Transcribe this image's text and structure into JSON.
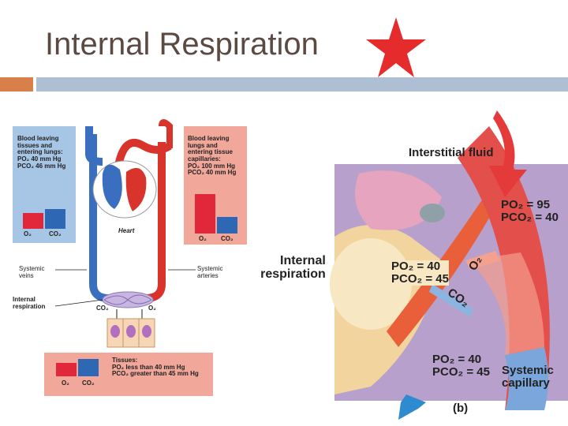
{
  "slide": {
    "title": "Internal Respiration",
    "accent_color": "#e52b2b",
    "icon": "star-icon"
  },
  "left_diagram": {
    "box_left": [
      "Blood leaving",
      "tissues and",
      "entering lungs:",
      "PO₂  40 mm Hg",
      "PCO₂  46 mm Hg"
    ],
    "box_right": [
      "Blood leaving",
      "lungs and",
      "entering tissue",
      "capillaries:",
      "PO₂ 100 mm Hg",
      "PCO₂ 40 mm Hg"
    ],
    "box_bottom": [
      "Tissues:",
      "PO₂ less than 40 mm Hg",
      "PCO₂ greater than 45 mm Hg"
    ],
    "bar_o2": "O₂",
    "bar_co2": "CO₂",
    "heart_label": "Heart",
    "veins_label": [
      "Systemic",
      "veins"
    ],
    "arteries_label": [
      "Systemic",
      "arteries"
    ],
    "internal_label": [
      "Internal",
      "respiration"
    ],
    "co2_label": "CO₂",
    "o2_label": "O₂"
  },
  "right_diagram": {
    "interstitial": "Interstitial fluid",
    "internal_label": [
      "Internal",
      "respiration"
    ],
    "arterial_po2": "PO₂ = 95",
    "arterial_pco2": "PCO₂ = 40",
    "tissue_po2": "PO₂ = 40",
    "tissue_pco2": "PCO₂ = 45",
    "venous_po2": "PO₂ = 40",
    "venous_pco2": "PCO₂ = 45",
    "o2_arrow": "O₂",
    "co2_arrow": "CO₂",
    "capillary_label": [
      "Systemic",
      "capillary"
    ],
    "panel_label": "(b)"
  }
}
